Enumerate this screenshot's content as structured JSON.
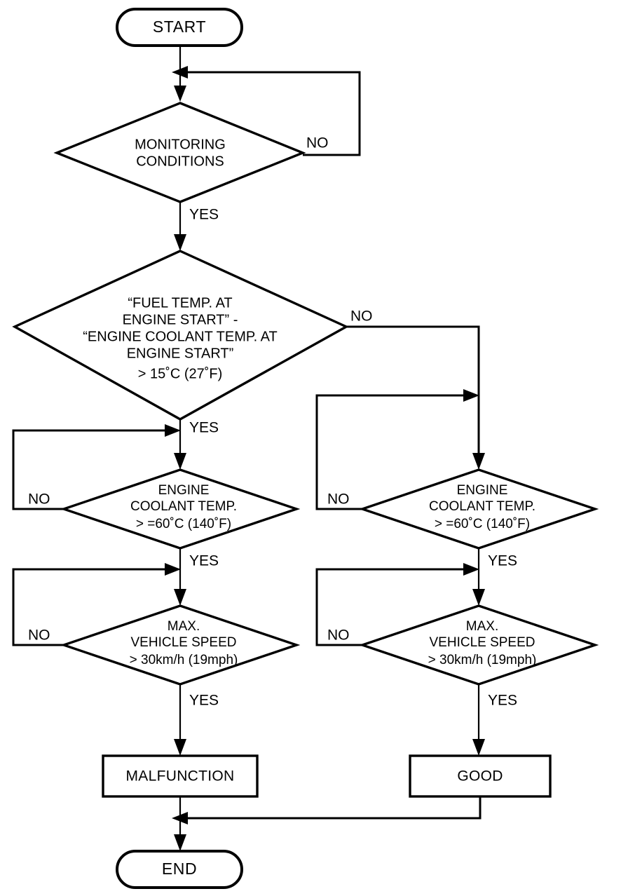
{
  "diagram": {
    "title": "Engine coolant / fuel temperature monitoring decision flowchart",
    "colors": {
      "stroke": "#000000",
      "fill": "#ffffff",
      "text": "#000000"
    },
    "nodes": {
      "start": {
        "label": "START",
        "shape": "terminator"
      },
      "end": {
        "label": "END",
        "shape": "terminator"
      },
      "monitoring": {
        "shape": "decision",
        "lines": [
          "MONITORING",
          "CONDITIONS"
        ],
        "yes_label": "YES",
        "no_label": "NO"
      },
      "fuel_temp": {
        "shape": "decision",
        "lines": [
          "“FUEL TEMP. AT",
          "ENGINE START” -",
          "“ENGINE COOLANT TEMP. AT",
          "ENGINE START”",
          "> 15˚C (27˚F)"
        ],
        "yes_label": "YES",
        "no_label": "NO"
      },
      "coolant_left": {
        "shape": "decision",
        "lines": [
          "ENGINE",
          "COOLANT TEMP.",
          "> =60˚C (140˚F)"
        ],
        "yes_label": "YES",
        "no_label": "NO"
      },
      "coolant_right": {
        "shape": "decision",
        "lines": [
          "ENGINE",
          "COOLANT TEMP.",
          "> =60˚C (140˚F)"
        ],
        "yes_label": "YES",
        "no_label": "NO"
      },
      "speed_left": {
        "shape": "decision",
        "lines": [
          "MAX.",
          "VEHICLE SPEED",
          "> 30km/h (19mph)"
        ],
        "yes_label": "YES",
        "no_label": "NO"
      },
      "speed_right": {
        "shape": "decision",
        "lines": [
          "MAX.",
          "VEHICLE SPEED",
          "> 30km/h (19mph)"
        ],
        "yes_label": "YES",
        "no_label": "NO"
      },
      "malfunction": {
        "label": "MALFUNCTION",
        "shape": "process"
      },
      "good": {
        "label": "GOOD",
        "shape": "process"
      }
    }
  }
}
